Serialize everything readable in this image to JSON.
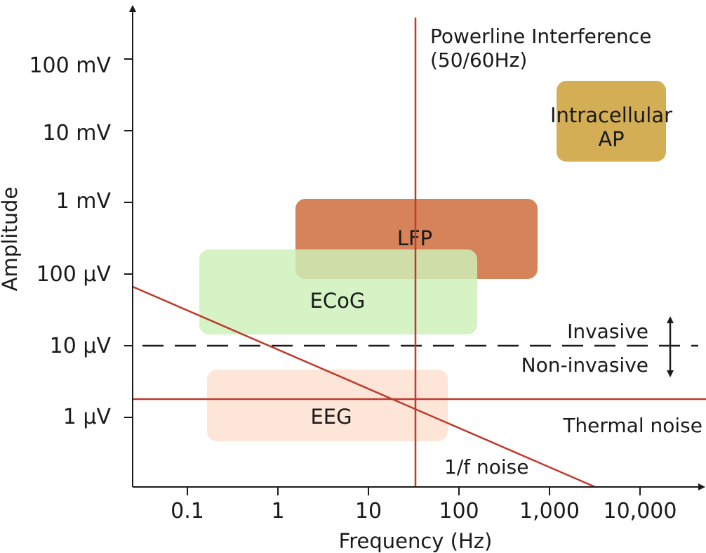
{
  "axes": {
    "x_title": "Frequency (Hz)",
    "y_title": "Amplitude",
    "x_ticks": [
      "0.1",
      "1",
      "10",
      "100",
      "1,000",
      "10,000"
    ],
    "y_ticks": [
      "100 mV",
      "10 mV",
      "1 mV",
      "100 μV",
      "10 μV",
      "1 μV"
    ],
    "x_scale": "log",
    "y_scale": "log"
  },
  "regions": [
    {
      "name": "intracellular",
      "label_lines": [
        "Intracellular",
        "AP"
      ],
      "color": "#d4ae55"
    },
    {
      "name": "lfp",
      "label_lines": [
        "LFP"
      ],
      "color": "#d6835a"
    },
    {
      "name": "ecog",
      "label_lines": [
        "ECoG"
      ],
      "color": "#cdf0b9"
    },
    {
      "name": "eeg",
      "label_lines": [
        "EEG"
      ],
      "color": "#fde6d8"
    }
  ],
  "annotations": {
    "powerline": [
      "Powerline Interference",
      "(50/60Hz)"
    ],
    "invasive": "Invasive",
    "non_invasive": "Non-invasive",
    "thermal_noise": "Thermal noise",
    "one_over_f": "1/f noise"
  },
  "colors": {
    "noise_line": "#c0392b",
    "axis": "#1a1a1a",
    "boundary_dash": "#1a1a1a"
  }
}
